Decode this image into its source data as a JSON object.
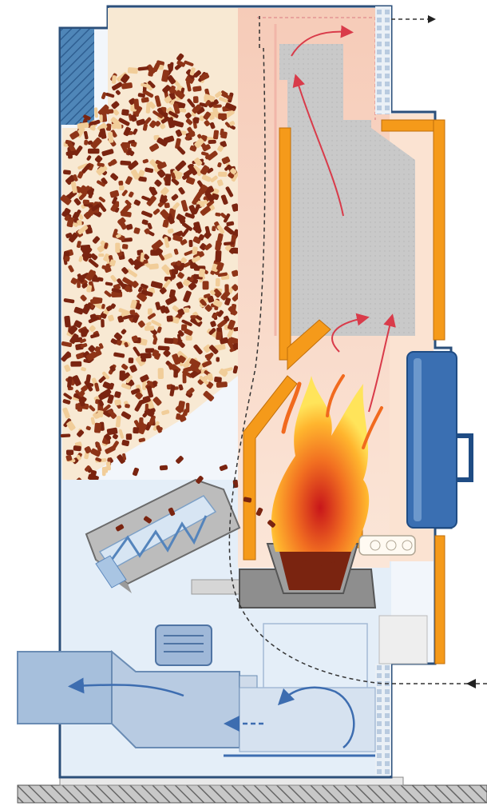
{
  "diagram": {
    "components": [
      {
        "id": "pellet-hopper",
        "icon": "pellet-hopper-icon"
      },
      {
        "id": "auger-feeder",
        "icon": "auger-icon"
      },
      {
        "id": "burner-pot",
        "icon": "burner-icon"
      },
      {
        "id": "flame",
        "icon": "flame-icon"
      },
      {
        "id": "heat-exchanger",
        "icon": "heat-exchanger-icon"
      },
      {
        "id": "flue-outlet",
        "icon": "flue-arrow-icon"
      },
      {
        "id": "fresh-air-inlet",
        "icon": "air-inlet-arrow-icon"
      },
      {
        "id": "blower-fan",
        "icon": "fan-motor-icon"
      },
      {
        "id": "side-door",
        "icon": "door-handle-icon"
      }
    ],
    "colors": {
      "casing_blue": "#4f86b8",
      "insulation_orange": "#f59a1a",
      "hot_zone": "#f8d9c8",
      "combustion_chamber": "#c9c9c9",
      "cool_zone": "#e4eef8",
      "pellet_dark": "#7a2410",
      "pellet_light": "#f1cd99",
      "flame_core": "#e3301a",
      "flame_mid": "#f5801d",
      "flame_outer": "#ffd23a",
      "airflow_arrow": "#3d6db0",
      "flue_arrow": "#d93b4a",
      "floor": "#777777"
    }
  }
}
